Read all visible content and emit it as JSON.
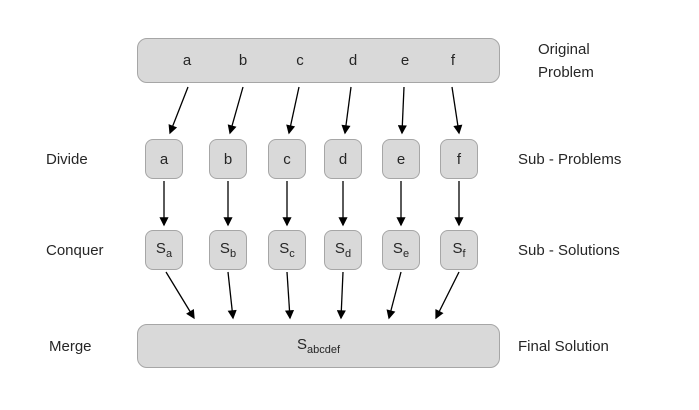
{
  "colors": {
    "background": "#ffffff",
    "box_fill": "#d9d9d9",
    "box_border": "#a6a6a6",
    "arrow": "#000000"
  },
  "original": {
    "items": [
      "a",
      "b",
      "c",
      "d",
      "e",
      "f"
    ]
  },
  "divide": {
    "boxes": [
      "a",
      "b",
      "c",
      "d",
      "e",
      "f"
    ]
  },
  "conquer": {
    "boxes": [
      {
        "base": "S",
        "sub": "a"
      },
      {
        "base": "S",
        "sub": "b"
      },
      {
        "base": "S",
        "sub": "c"
      },
      {
        "base": "S",
        "sub": "d"
      },
      {
        "base": "S",
        "sub": "e"
      },
      {
        "base": "S",
        "sub": "f"
      }
    ]
  },
  "merge": {
    "final": {
      "base": "S",
      "sub": "abcdef"
    }
  },
  "labels": {
    "divide": "Divide",
    "conquer": "Conquer",
    "merge": "Merge",
    "original_problem_line1": "Original",
    "original_problem_line2": "Problem",
    "sub_problems": "Sub - Problems",
    "sub_solutions": "Sub - Solutions",
    "final_solution": "Final Solution"
  }
}
